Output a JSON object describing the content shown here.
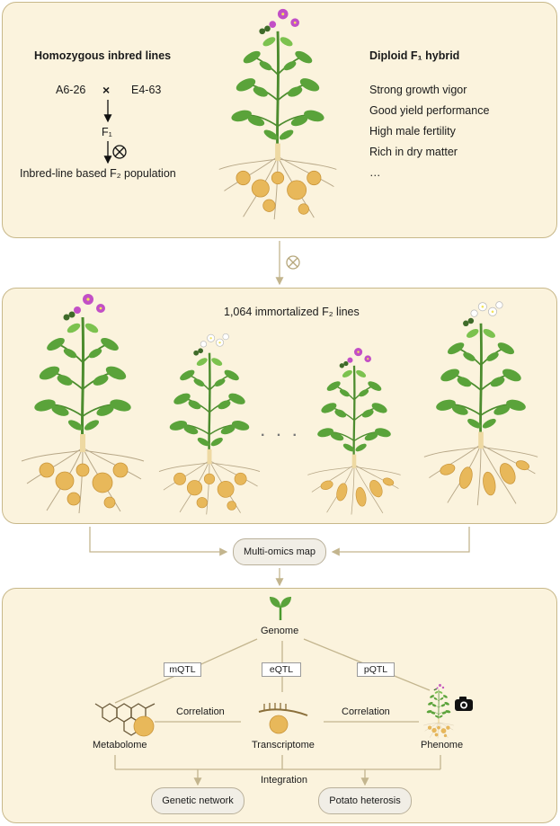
{
  "top": {
    "left_heading": "Homozygous inbred lines",
    "parent_a": "A6-26",
    "cross_symbol": "×",
    "parent_b": "E4-63",
    "f1": "F₁",
    "population": "Inbred-line based F₂ population",
    "right_heading": "Diploid F₁ hybrid",
    "traits": [
      "Strong growth vigor",
      "Good yield performance",
      "High male fertility",
      "Rich in dry matter",
      "…"
    ]
  },
  "middle": {
    "title": "1,064 immortalized F₂ lines",
    "ellipsis": "· · ·"
  },
  "hub": {
    "label": "Multi-omics map"
  },
  "bottom": {
    "genome": "Genome",
    "mqtl": "mQTL",
    "eqtl": "eQTL",
    "pqtl": "pQTL",
    "metabolome": "Metabolome",
    "transcriptome": "Transcriptome",
    "phenome": "Phenome",
    "correlation_left": "Correlation",
    "correlation_right": "Correlation",
    "integration": "Integration",
    "genetic_network": "Genetic network",
    "potato_heterosis": "Potato heterosis"
  },
  "colors": {
    "panel_fill": "#fbf3dd",
    "panel_border": "#c8b88a",
    "connector": "#c3b58e",
    "leaf": "#5aa33a",
    "flower_purple": "#c24fc6",
    "tuber": "#e8b85a"
  }
}
